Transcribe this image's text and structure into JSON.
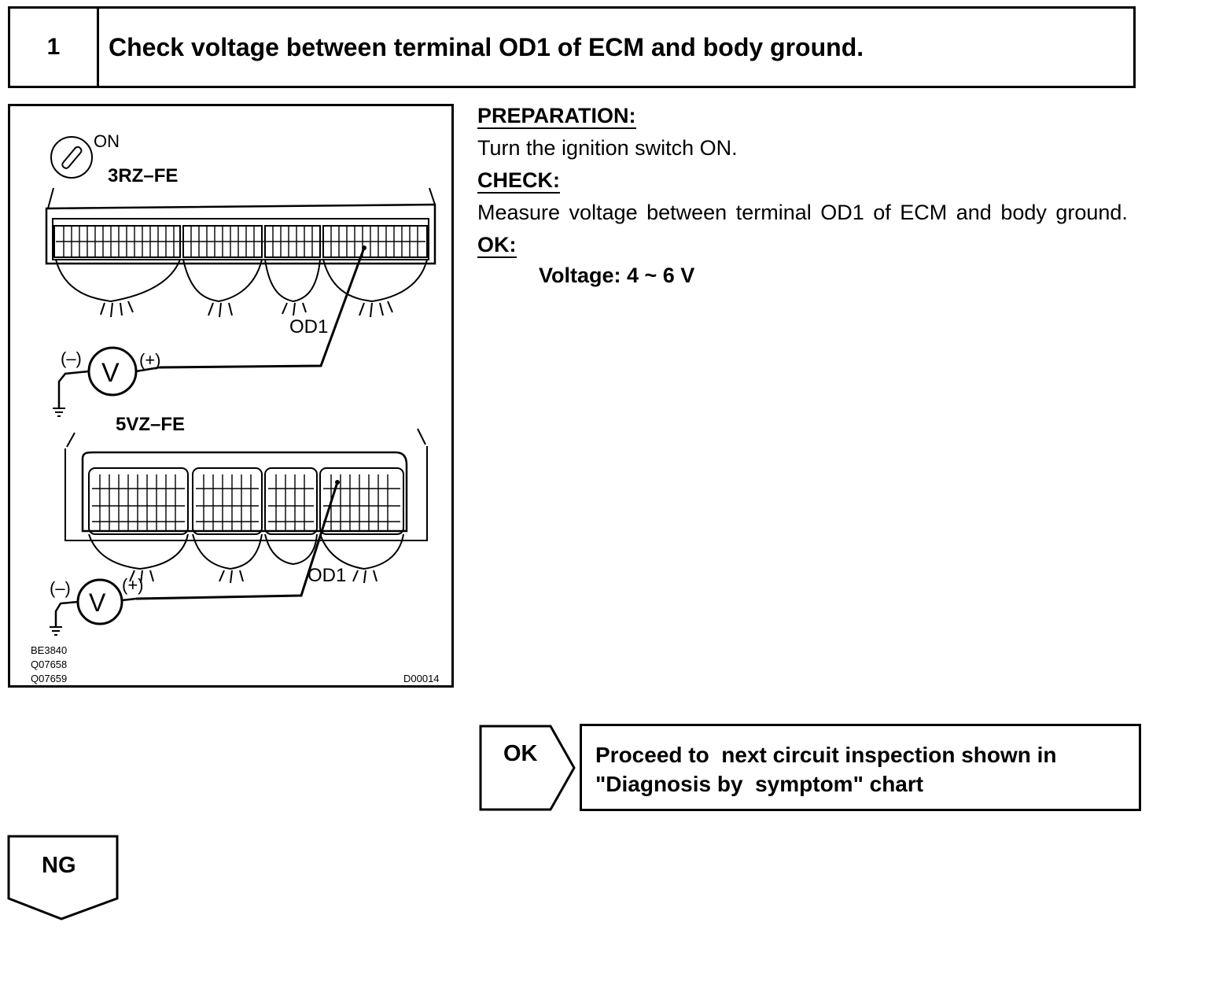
{
  "step": {
    "number": "1",
    "title": "Check voltage between terminal OD1 of ECM and body ground."
  },
  "illustration": {
    "ignition_label": "ON",
    "engine_top": "3RZ–FE",
    "engine_bottom": "5VZ–FE",
    "terminal_label": "OD1",
    "minus_label": "(–)",
    "plus_label": "(+)",
    "meter_label": "V",
    "ref_codes": [
      "BE3840",
      "Q07658",
      "Q07659"
    ],
    "figure_code": "D00014"
  },
  "procedure": {
    "preparation_heading": "PREPARATION:",
    "preparation_text": "Turn the ignition switch ON.",
    "check_heading": "CHECK:",
    "check_text": "Measure voltage between terminal OD1 of ECM and body ground.",
    "ok_heading": "OK:",
    "ok_spec": "Voltage: 4 ~ 6 V"
  },
  "result_ok": {
    "label": "OK",
    "action_line1": "Proceed to  next circuit inspection shown in",
    "action_line2": "\"Diagnosis by  symptom\" chart"
  },
  "result_ng": {
    "label": "NG"
  }
}
